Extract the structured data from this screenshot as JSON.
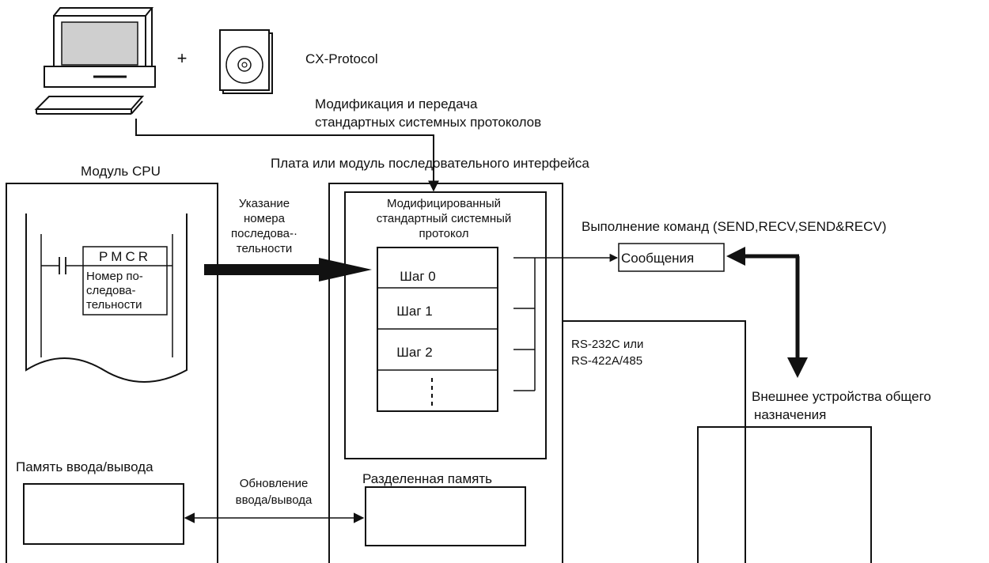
{
  "plus_sign": "+",
  "software_label": "CX-Protocol",
  "modification_note": [
    "Модификация и передача",
    "стандартных системных протоколов"
  ],
  "cpu_unit": {
    "title": "Модуль CPU",
    "instruction": "PMCR",
    "instruction_operand": [
      "Номер по-",
      "следова-",
      "тельности"
    ],
    "io_memory_label": "Память ввода/вывода"
  },
  "sequence_number_note": [
    "Указание",
    "номера",
    "последова-·",
    "тельности"
  ],
  "serial_board": {
    "title": "Плата или модуль последовательного интерфейса",
    "protocol_title": [
      "Модифицированный",
      "стандартный системный",
      "протокол"
    ],
    "steps": [
      "Шаг 0",
      "Шаг 1",
      "Шаг 2"
    ],
    "shared_memory_label": "Разделенная память"
  },
  "io_refresh_note": [
    "Обновление",
    "ввода/вывода"
  ],
  "command_execution_note": "Выполнение команд (SEND,RECV,SEND&RECV)",
  "messages_label": "Сообщения",
  "interface_note": [
    "RS-232C или",
    "RS-422A/485"
  ],
  "external_device_label": [
    "Внешнее устройства общего",
    "назначения"
  ],
  "colors": {
    "line": "#111111",
    "screen_fill": "#cfcfcf",
    "background": "#ffffff"
  },
  "icons": [
    "computer-icon",
    "cd-icon",
    "ladder-contact-icon"
  ]
}
